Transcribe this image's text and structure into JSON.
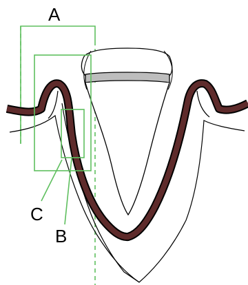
{
  "labels": {
    "a": "A",
    "b": "B",
    "c": "C"
  },
  "colors": {
    "outline": "#000000",
    "tissue_fill": "#5e2b2b",
    "highlight_box": "#5fbf5f",
    "cap_band": "#bdbdbd",
    "background": "#ffffff"
  }
}
